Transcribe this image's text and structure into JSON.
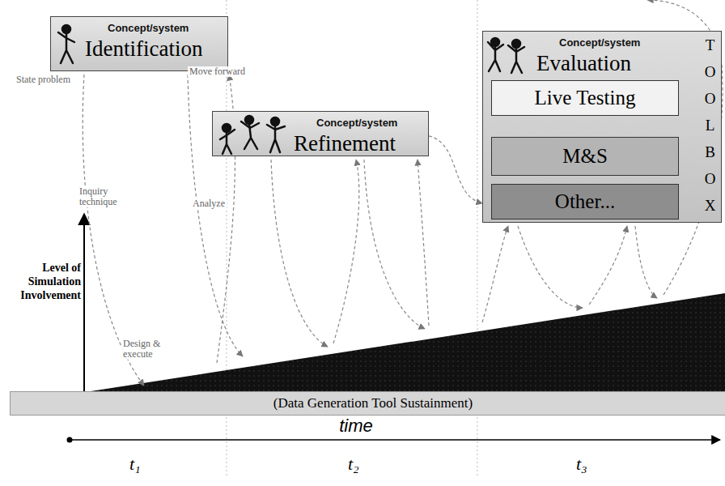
{
  "diagram": {
    "nodes": [
      {
        "text": [
          "Concept/system",
          "Identification"
        ]
      },
      {
        "text": [
          "Concept/system",
          "Refinement"
        ]
      },
      {
        "text": [
          "Concept/system",
          "Evaluation",
          "TOOLBOX"
        ]
      },
      {
        "text": [
          "Live Testing"
        ],
        "in": 2
      },
      {
        "text": [
          "M&S"
        ],
        "in": 2
      },
      {
        "text": [
          "Other..."
        ],
        "in": 2
      },
      {
        "text": [
          "(Data Generation Tool Sustainment)"
        ]
      }
    ],
    "edges": [
      {
        "from": 1,
        "to": 2,
        "arrow": "to"
      }
    ],
    "labels": [
      "State problem",
      "Move forward",
      "Inquiry technique",
      "Analyze",
      "Design & execute",
      "Level of Simulation Involvement",
      "time",
      "t₁",
      "t₂",
      "t₃"
    ]
  }
}
